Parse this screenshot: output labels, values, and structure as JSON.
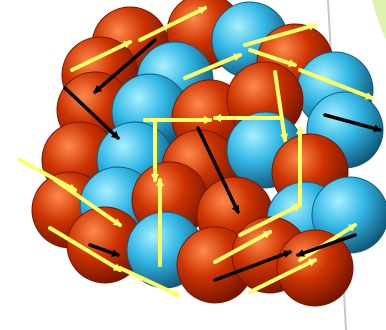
{
  "diagram": {
    "subject": "nucleus",
    "spheres": [
      {
        "kind": "proton"
      },
      {
        "kind": "proton"
      },
      {
        "kind": "neutron"
      },
      {
        "kind": "proton"
      },
      {
        "kind": "neutron"
      },
      {
        "kind": "proton"
      },
      {
        "kind": "neutron"
      },
      {
        "kind": "proton"
      },
      {
        "kind": "neutron"
      },
      {
        "kind": "proton"
      },
      {
        "kind": "proton"
      },
      {
        "kind": "neutron"
      },
      {
        "kind": "proton"
      },
      {
        "kind": "neutron"
      },
      {
        "kind": "proton"
      },
      {
        "kind": "neutron"
      },
      {
        "kind": "proton"
      },
      {
        "kind": "proton"
      },
      {
        "kind": "neutron"
      },
      {
        "kind": "proton"
      },
      {
        "kind": "proton"
      },
      {
        "kind": "neutron"
      },
      {
        "kind": "neutron"
      },
      {
        "kind": "proton"
      },
      {
        "kind": "neutron"
      },
      {
        "kind": "proton"
      },
      {
        "kind": "proton"
      },
      {
        "kind": "proton"
      }
    ],
    "arrow_colors": {
      "spin": "#ffff66",
      "moment": "#000000"
    }
  },
  "colors": {
    "proton": "#cc3300",
    "proton_dark": "#7a1400",
    "neutron": "#33b8e6",
    "neutron_dark": "#0d5c80",
    "accent_green": "#dff2b0",
    "edge_line": "#c8c8c8"
  }
}
